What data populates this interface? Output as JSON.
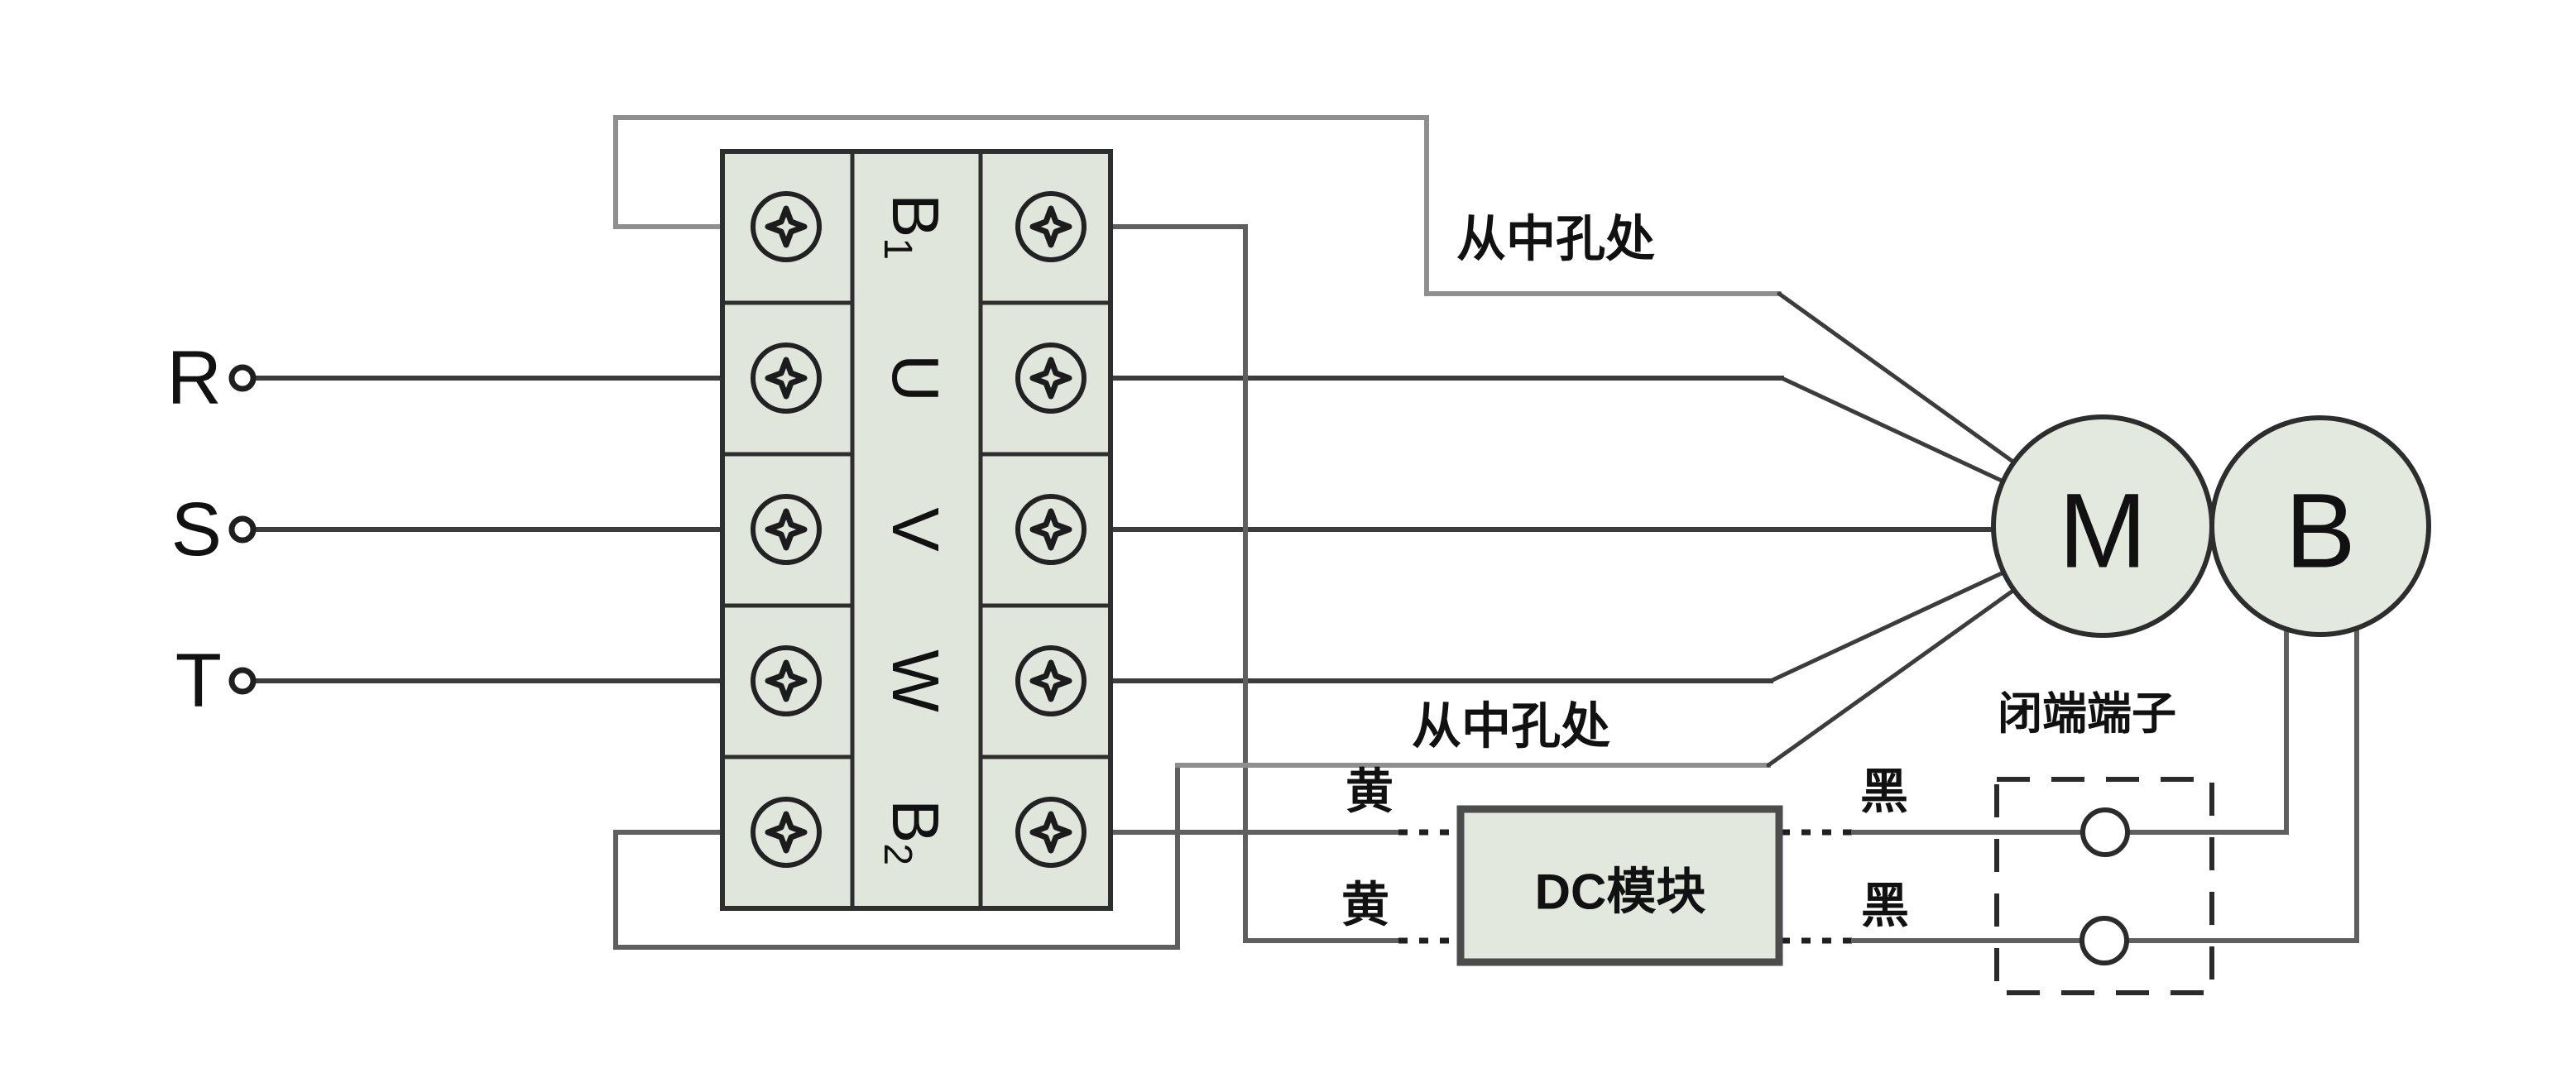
{
  "diagram": {
    "title": "motor-brake-wiring-diagram",
    "phase_inputs": [
      {
        "label": "R"
      },
      {
        "label": "S"
      },
      {
        "label": "T"
      }
    ],
    "terminal_block": {
      "labels": [
        {
          "main": "B",
          "sub": "1"
        },
        {
          "main": "U",
          "sub": ""
        },
        {
          "main": "V",
          "sub": ""
        },
        {
          "main": "W",
          "sub": ""
        },
        {
          "main": "B",
          "sub": "2"
        }
      ]
    },
    "motor": {
      "label": "M"
    },
    "brake": {
      "label": "B"
    },
    "dc_module": {
      "label": "DC模块"
    },
    "annotations": {
      "from_center_hole_top": "从中孔处",
      "from_center_hole_bottom": "从中孔处",
      "closed_end_terminal": "闭端端子",
      "yellow_top": "黄",
      "yellow_bottom": "黄",
      "black_top": "黑",
      "black_bottom": "黑"
    },
    "colors": {
      "background": "#ffffff",
      "block_cell_fill": "#e0e6dc",
      "node_circle_fill": "#e4e9e0",
      "dc_module_fill": "#e2e8dd",
      "wire_gray": "#8f8f8f",
      "wire_dark": "#3c3c3c",
      "line_ink": "#2b2b2b"
    }
  }
}
